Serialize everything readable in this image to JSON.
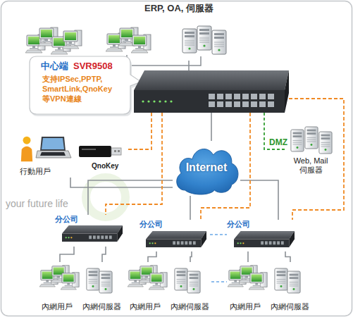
{
  "diagram": {
    "nodes": [
      {
        "text": [
          "ERP, OA, 伺服器"
        ]
      },
      {
        "text": [
          "中心端",
          "SVR9508",
          "支持IPSec,PPTP, SmartLink,QnoKey 等VPN連線"
        ]
      },
      {
        "text": [
          "行動用戶"
        ]
      },
      {
        "text": [
          "QnoKey"
        ]
      },
      {
        "text": [
          "Internet"
        ]
      },
      {
        "text": [
          "Web, Mail 伺服器"
        ]
      },
      {
        "text": [
          "分公司"
        ]
      },
      {
        "text": [
          "分公司"
        ]
      },
      {
        "text": [
          "分公司"
        ]
      },
      {
        "text": [
          "內網用戶"
        ]
      },
      {
        "text": [
          "內網伺服器"
        ]
      },
      {
        "text": [
          "內網用戶"
        ]
      },
      {
        "text": [
          "內網伺服器"
        ]
      },
      {
        "text": [
          "內網用戶"
        ]
      },
      {
        "text": [
          "內網伺服器"
        ]
      }
    ],
    "edges": [
      {
        "from": 0,
        "to": 1,
        "arrow": "none"
      },
      {
        "from": 1,
        "to": 4,
        "arrow": "none"
      },
      {
        "from": 1,
        "to": 5,
        "arrow": "none",
        "label": "DMZ"
      },
      {
        "from": 2,
        "to": 4,
        "arrow": "none"
      },
      {
        "from": 3,
        "to": 1,
        "arrow": "none"
      },
      {
        "from": 4,
        "to": 6,
        "arrow": "none"
      },
      {
        "from": 4,
        "to": 7,
        "arrow": "none"
      },
      {
        "from": 4,
        "to": 8,
        "arrow": "none"
      },
      {
        "from": 1,
        "to": 6,
        "arrow": "none"
      },
      {
        "from": 1,
        "to": 7,
        "arrow": "none"
      },
      {
        "from": 1,
        "to": 8,
        "arrow": "none"
      },
      {
        "from": 6,
        "to": 9,
        "arrow": "none"
      },
      {
        "from": 6,
        "to": 10,
        "arrow": "none"
      },
      {
        "from": 7,
        "to": 11,
        "arrow": "none"
      },
      {
        "from": 7,
        "to": 12,
        "arrow": "none"
      },
      {
        "from": 8,
        "to": 13,
        "arrow": "none"
      },
      {
        "from": 8,
        "to": 14,
        "arrow": "none"
      },
      {
        "from": 7,
        "to": 8,
        "arrow": "none"
      },
      {
        "from": 12,
        "to": 13,
        "arrow": "none"
      }
    ],
    "labels": [
      "your future life"
    ]
  }
}
